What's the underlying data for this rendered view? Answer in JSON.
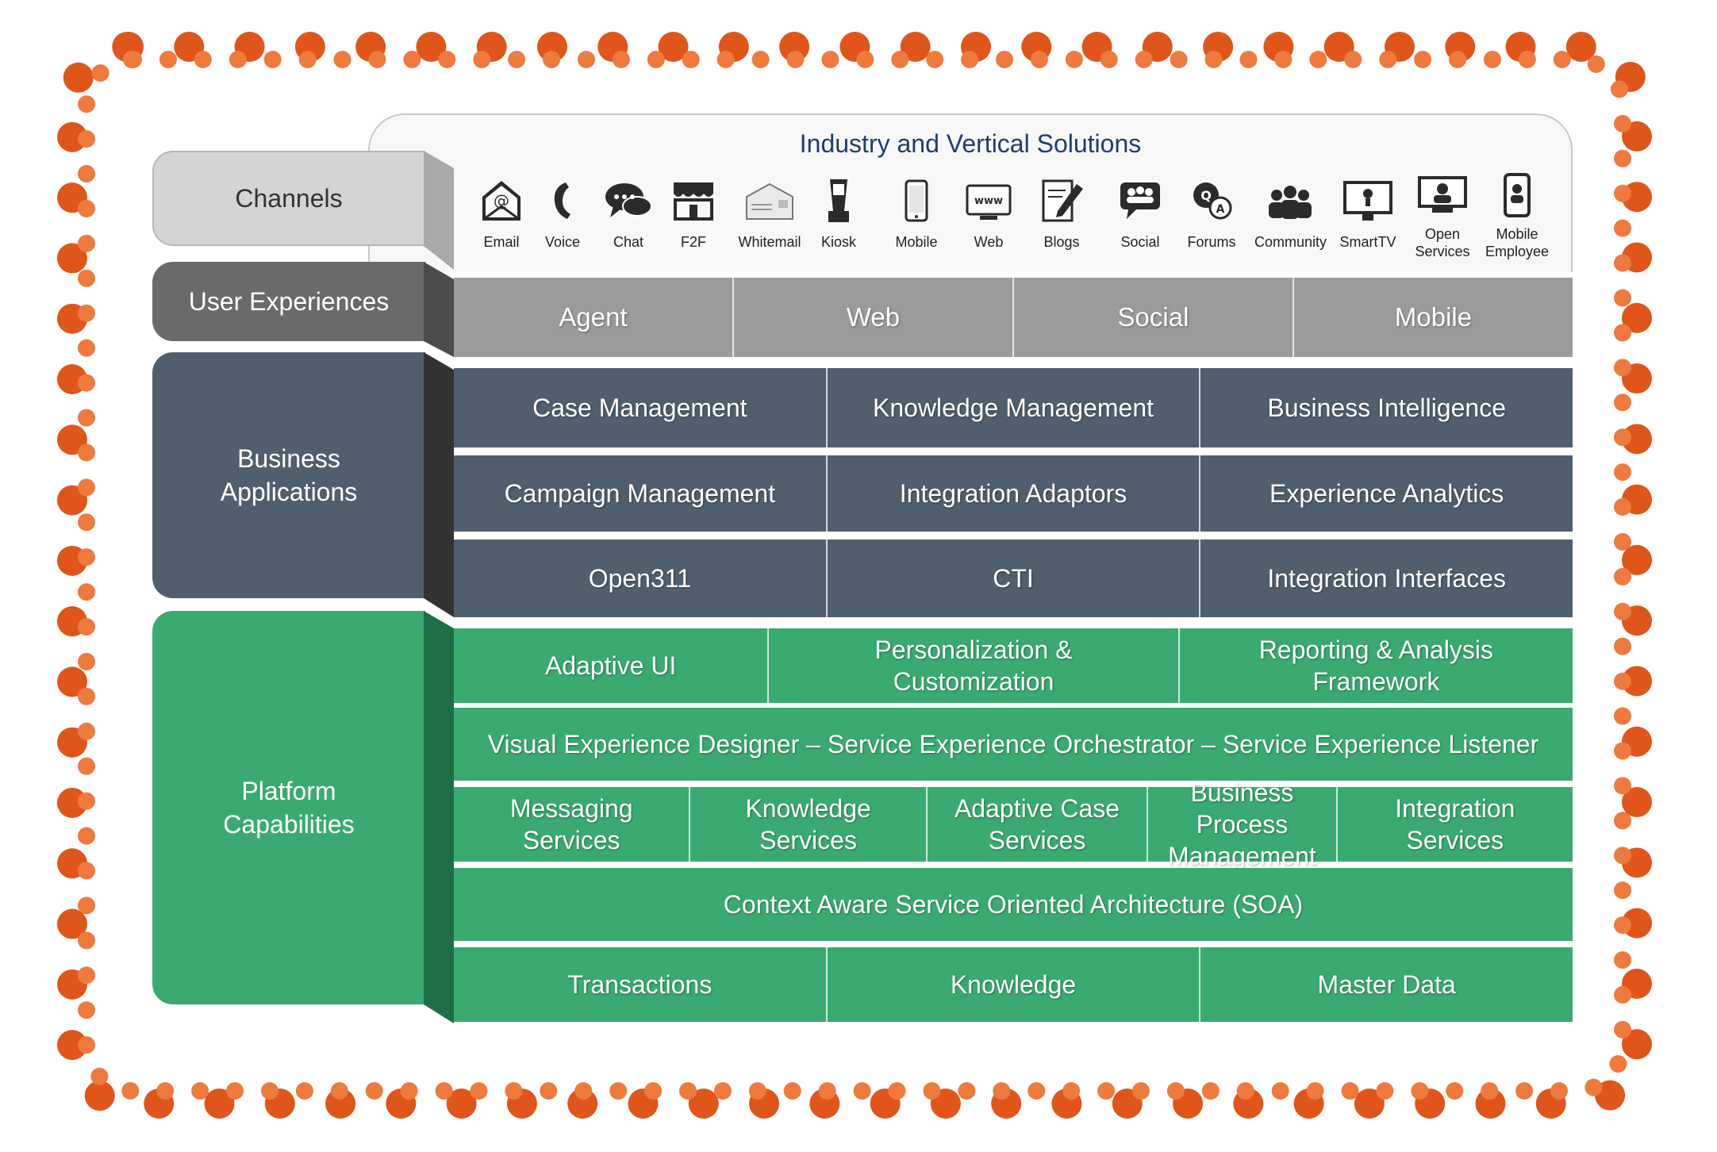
{
  "header": {
    "title": "Industry and Vertical Solutions"
  },
  "side_labels": {
    "channels": "Channels",
    "user_experiences": "User Experiences",
    "business_applications": "Business Applications",
    "platform_capabilities": "Platform Capabilities"
  },
  "channels": [
    {
      "label": "Email",
      "icon": "email-icon"
    },
    {
      "label": "Voice",
      "icon": "phone-icon"
    },
    {
      "label": "Chat",
      "icon": "chat-bubbles-icon"
    },
    {
      "label": "F2F",
      "icon": "storefront-icon"
    },
    {
      "label": "Whitemail",
      "icon": "envelope-icon"
    },
    {
      "label": "Kiosk",
      "icon": "kiosk-icon"
    },
    {
      "label": "Mobile",
      "icon": "mobile-phone-icon"
    },
    {
      "label": "Web",
      "icon": "web-browser-icon"
    },
    {
      "label": "Blogs",
      "icon": "document-pen-icon"
    },
    {
      "label": "Social",
      "icon": "people-group-icon"
    },
    {
      "label": "Forums",
      "icon": "q-and-a-icon"
    },
    {
      "label": "Community",
      "icon": "community-icon"
    },
    {
      "label": "SmartTV",
      "icon": "smart-tv-icon"
    },
    {
      "label": "Open Services",
      "icon": "monitor-person-icon"
    },
    {
      "label": "Mobile Employee",
      "icon": "mobile-employee-icon"
    }
  ],
  "user_experiences": [
    "Agent",
    "Web",
    "Social",
    "Mobile"
  ],
  "business_applications": {
    "rows": [
      [
        "Case Management",
        "Knowledge Management",
        "Business Intelligence"
      ],
      [
        "Campaign Management",
        "Integration Adaptors",
        "Experience Analytics"
      ],
      [
        "Open311",
        "CTI",
        "Integration Interfaces"
      ]
    ]
  },
  "platform_capabilities": {
    "row1": [
      "Adaptive UI",
      "Personalization & Customization",
      "Reporting & Analysis Framework"
    ],
    "row2": "Visual Experience Designer – Service Experience Orchestrator – Service Experience Listener",
    "row3": [
      "Messaging Services",
      "Knowledge Services",
      "Adaptive Case Services",
      "Business Process Management",
      "Integration Services"
    ],
    "row4": "Context Aware Service Oriented Architecture (SOA)",
    "row5": [
      "Transactions",
      "Knowledge",
      "Master Data"
    ]
  },
  "colors": {
    "frame": "#e0561a",
    "channels_side": "#d4d4d4",
    "ux_band": "#9b9b9b",
    "ux_side": "#6a6a6a",
    "business_band": "#4f5f6e",
    "platform_band": "#3aaa70",
    "title_text": "#1f3e6e"
  }
}
